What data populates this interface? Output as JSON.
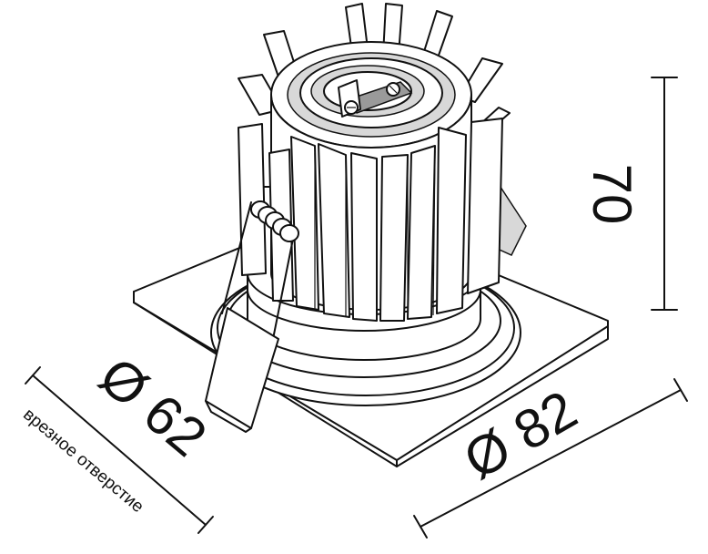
{
  "dimensions": {
    "cutout_diameter": "Ø 62",
    "cutout_caption": "врезное отверстие",
    "outer_size": "Ø 82",
    "height": "70"
  }
}
